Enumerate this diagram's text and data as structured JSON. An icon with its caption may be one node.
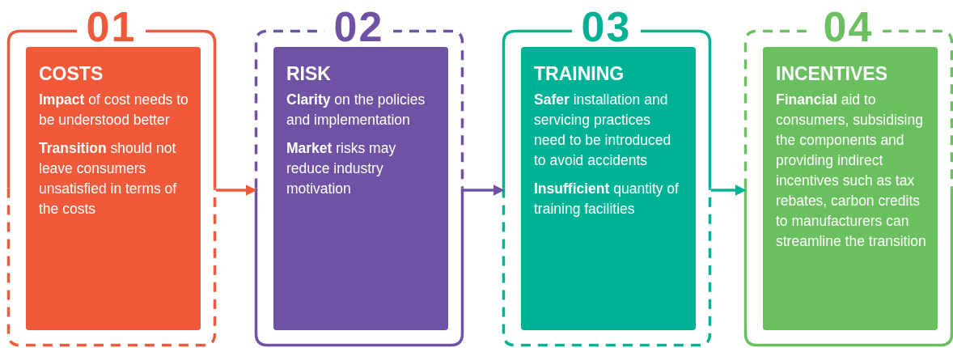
{
  "diagram": {
    "nodes": [
      {
        "text": [
          "01"
        ]
      },
      {
        "text": [
          "COSTS",
          "**Impact** of cost needs to be understood better",
          "**Transition** should not leave consumers unsatisfied in terms of the costs"
        ],
        "in": 0
      },
      {
        "text": [
          "02"
        ]
      },
      {
        "text": [
          "RISK",
          "**Clarity** on the policies and implementation",
          "**Market** risks may reduce industry motivation"
        ],
        "in": 2
      },
      {
        "text": [
          "03"
        ]
      },
      {
        "text": [
          "TRAINING",
          "**Safer** installation and servicing practices need to be introduced to avoid accidents",
          "**Insufficient** quantity of training facilities"
        ],
        "in": 4
      },
      {
        "text": [
          "04"
        ]
      },
      {
        "text": [
          "INCENTIVES",
          "**Financial** aid to consumers, subsidising the components and providing indirect incentives such as tax rebates, carbon credits to manufacturers can streamline the transition"
        ],
        "in": 6
      }
    ],
    "edges": [
      {
        "from": 0,
        "to": 2,
        "arrow": "to",
        "color": "#f05a3a"
      },
      {
        "from": 2,
        "to": 4,
        "arrow": "to",
        "color": "#6f52a3"
      },
      {
        "from": 4,
        "to": 6,
        "arrow": "to",
        "color": "#00b295"
      }
    ]
  }
}
